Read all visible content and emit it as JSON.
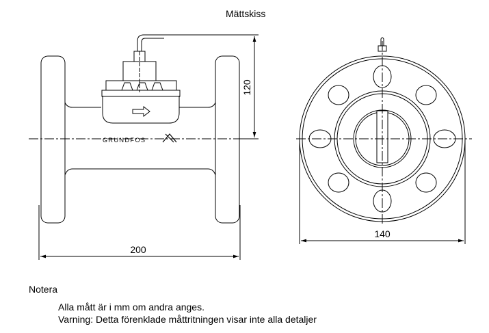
{
  "title": "Mättskiss",
  "dimensions": {
    "length": "200",
    "height": "120",
    "flange_diameter": "140"
  },
  "logo_text": "GRUNDFOS",
  "notes": {
    "heading": "Notera",
    "lines": [
      "Alla mått är i mm om andra anges.",
      "Varning: Detta förenklade måttritningen visar inte alla detaljer"
    ]
  }
}
